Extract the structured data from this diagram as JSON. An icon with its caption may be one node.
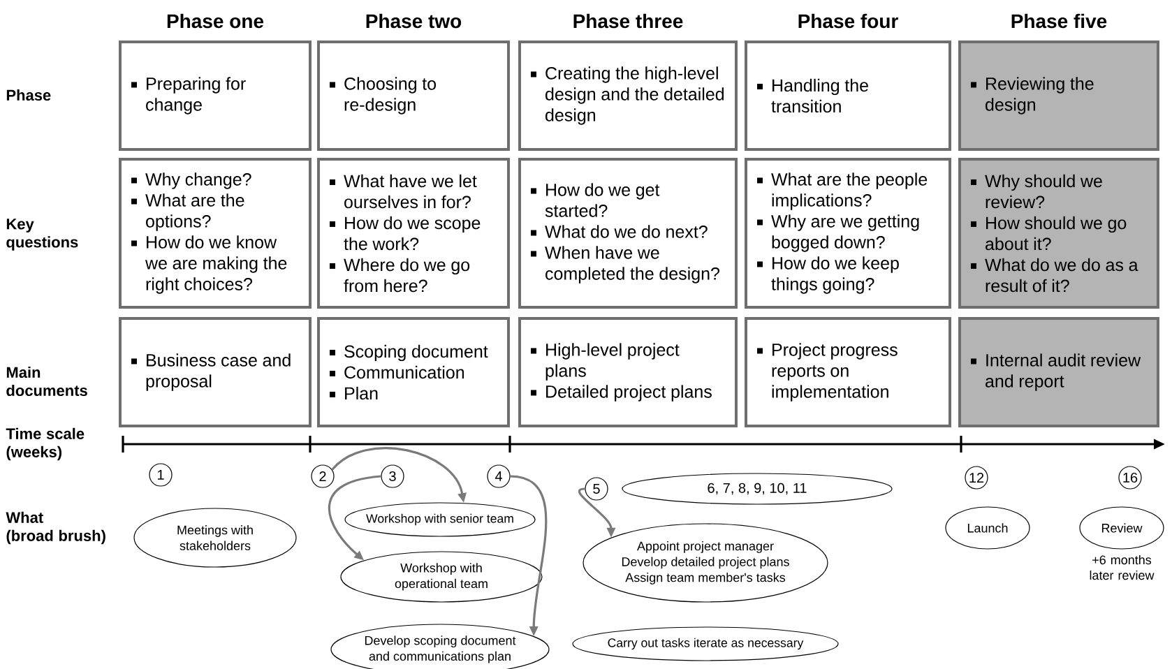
{
  "diagram": {
    "nodes": [
      {
        "text": [
          "Preparing for change"
        ]
      },
      {
        "text": [
          "Choosing to re-design"
        ]
      },
      {
        "text": [
          "Creating the high-level design and the detailed design"
        ]
      },
      {
        "text": [
          "Handling the transition"
        ]
      },
      {
        "text": [
          "Reviewing the design"
        ]
      },
      {
        "text": [
          "Why change?",
          "What are the options?",
          "How do we know we are making the right choices?"
        ]
      },
      {
        "text": [
          "What have we let ourselves in for?",
          "How do we scope the work?",
          "Where do we go from here?"
        ]
      },
      {
        "text": [
          "How do we get started?",
          "What do we do next?",
          "When have we completed the design?"
        ]
      },
      {
        "text": [
          "What are the people implications?",
          "Why are we getting bogged down?",
          "How do we keep things going?"
        ]
      },
      {
        "text": [
          "Why should we review?",
          "How should we go about it?",
          "What do we do as a result of it?"
        ]
      },
      {
        "text": [
          "Business case and proposal"
        ]
      },
      {
        "text": [
          "Scoping document",
          "Communication",
          "Plan"
        ]
      },
      {
        "text": [
          "High-level project plans",
          "Detailed project plans"
        ]
      },
      {
        "text": [
          "Project progress reports on implementation"
        ]
      },
      {
        "text": [
          "Internal audit review and report"
        ]
      },
      {
        "text": [
          "1"
        ]
      },
      {
        "text": [
          "Meetings with stakeholders"
        ]
      },
      {
        "text": [
          "2"
        ]
      },
      {
        "text": [
          "3"
        ]
      },
      {
        "text": [
          "4"
        ]
      },
      {
        "text": [
          "Workshop with senior team"
        ]
      },
      {
        "text": [
          "Workshop with operational team"
        ]
      },
      {
        "text": [
          "Develop scoping document and communications plan"
        ]
      },
      {
        "text": [
          "5"
        ]
      },
      {
        "text": [
          "6, 7, 8, 9, 10, 11"
        ]
      },
      {
        "text": [
          "Appoint project manager",
          "Develop detailed project plans",
          "Assign team member's tasks"
        ]
      },
      {
        "text": [
          "Carry out tasks iterate as necessary"
        ]
      },
      {
        "text": [
          "12"
        ]
      },
      {
        "text": [
          "16"
        ]
      },
      {
        "text": [
          "Launch"
        ]
      },
      {
        "text": [
          "Review"
        ],
        "beside": [
          "+6 months later review"
        ]
      }
    ],
    "edges": [
      {
        "from": 17,
        "to": 20,
        "arrow": "to"
      },
      {
        "from": 18,
        "to": 21,
        "arrow": "to"
      },
      {
        "from": 19,
        "to": 22,
        "arrow": "to"
      },
      {
        "from": 23,
        "to": 25,
        "arrow": "to"
      }
    ],
    "labels": [
      "Phase one",
      "Phase two",
      "Phase three",
      "Phase four",
      "Phase five",
      "Phase",
      "Key questions",
      "Main documents",
      "Time scale (weeks)",
      "What (broad brush)"
    ]
  }
}
